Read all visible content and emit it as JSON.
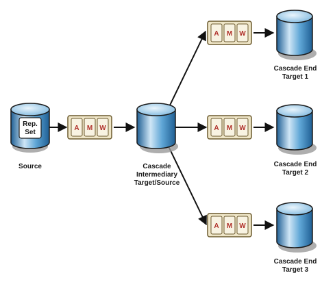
{
  "source": {
    "inner_label_line1": "Rep.",
    "inner_label_line2": "Set",
    "label": "Source"
  },
  "intermediary": {
    "label_line1": "Cascade",
    "label_line2": "Intermediary",
    "label_line3": "Target/Source"
  },
  "targets": [
    {
      "label_line1": "Cascade End",
      "label_line2": "Target 1"
    },
    {
      "label_line1": "Cascade End",
      "label_line2": "Target 2"
    },
    {
      "label_line1": "Cascade End",
      "label_line2": "Target 3"
    }
  ],
  "amw": {
    "letters": [
      "A",
      "M",
      "W"
    ]
  },
  "colors": {
    "cylinder_light": "#cfe6f6",
    "cylinder_mid": "#5fa6d6",
    "cylinder_dark": "#1f5f94",
    "cylinder_outline": "#1a1a1a",
    "shadow": "#9a9a9a",
    "box_fill": "#efe6c8",
    "box_outline": "#6b5a2e",
    "cell_fill": "#f8f3e2",
    "letter": "#b0302a",
    "arrow": "#111111"
  },
  "icons": {
    "database": "database-cylinder-icon",
    "process": "amw-process-icon"
  }
}
